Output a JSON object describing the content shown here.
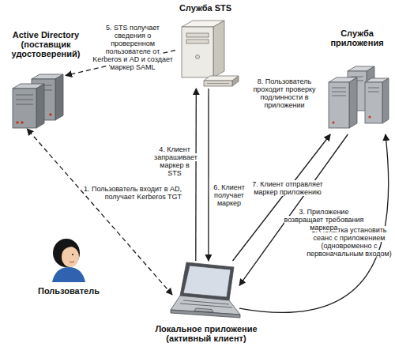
{
  "diagram": {
    "nodes": [
      {
        "text": [
          "Active Directory (поставщик удостоверений)"
        ]
      },
      {
        "text": [
          "Служба STS"
        ]
      },
      {
        "text": [
          "Служба приложения"
        ]
      },
      {
        "text": [
          "Пользователь"
        ]
      },
      {
        "text": [
          "Локальное приложение (активный клиент)"
        ]
      }
    ],
    "edges": [
      {
        "from": 4,
        "to": 0,
        "arrow": "both",
        "label": "1. Пользователь входит в AD, получает Kerberos TGT"
      },
      {
        "from": 4,
        "to": 2,
        "arrow": "to",
        "label": "2. Попытка установить сеанс с приложением (одновременно с первоначальным входом)"
      },
      {
        "from": 2,
        "to": 4,
        "arrow": "to",
        "label": "3. Приложение возвращает требования маркера"
      },
      {
        "from": 4,
        "to": 1,
        "arrow": "to",
        "label": "4. Клиент запрашивает маркер в STS"
      },
      {
        "from": 1,
        "to": 0,
        "arrow": "to",
        "label": "5. STS получает сведения о проверенном пользователе от Kerberos и AD и создает маркер SAML"
      },
      {
        "from": 1,
        "to": 4,
        "arrow": "to",
        "label": "6. Клиент получает маркер"
      },
      {
        "from": 4,
        "to": 2,
        "arrow": "to",
        "label": "7. Клиент отправляет маркер приложению"
      }
    ],
    "labels": [
      "8. Пользователь проходит проверку подлинности в приложении"
    ]
  }
}
